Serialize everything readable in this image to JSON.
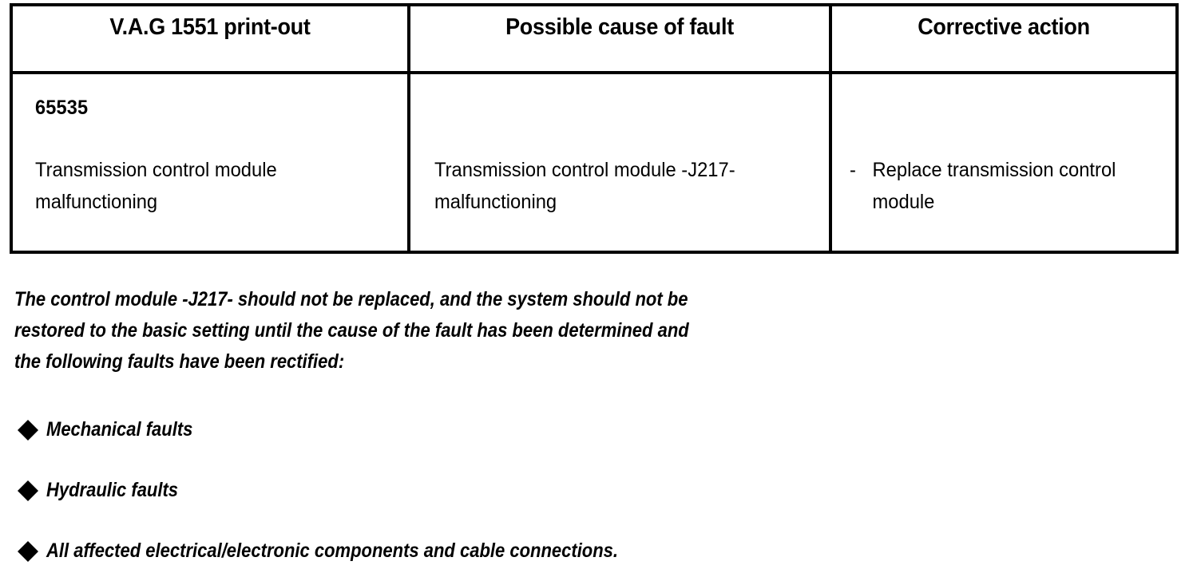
{
  "table": {
    "headers": [
      "V.A.G 1551 print-out",
      "Possible cause of fault",
      "Corrective action"
    ],
    "rows": [
      {
        "code": "65535",
        "printout": "Transmission control module malfunctioning",
        "cause": "Transmission control module -J217- malfunctioning",
        "action_marker": "-",
        "action": "Replace transmission control module"
      }
    ]
  },
  "note": {
    "lines": [
      "The control module -J217- should not be replaced, and the system should not be",
      "restored to the basic setting until the cause of the fault has been determined and",
      "the following faults have been rectified:"
    ]
  },
  "bullets": {
    "marker": "filled-diamond",
    "items": [
      "Mechanical faults",
      "Hydraulic faults",
      "All affected electrical/electronic components and cable connections."
    ]
  },
  "colors": {
    "ink": "#000000",
    "paper": "#ffffff"
  }
}
